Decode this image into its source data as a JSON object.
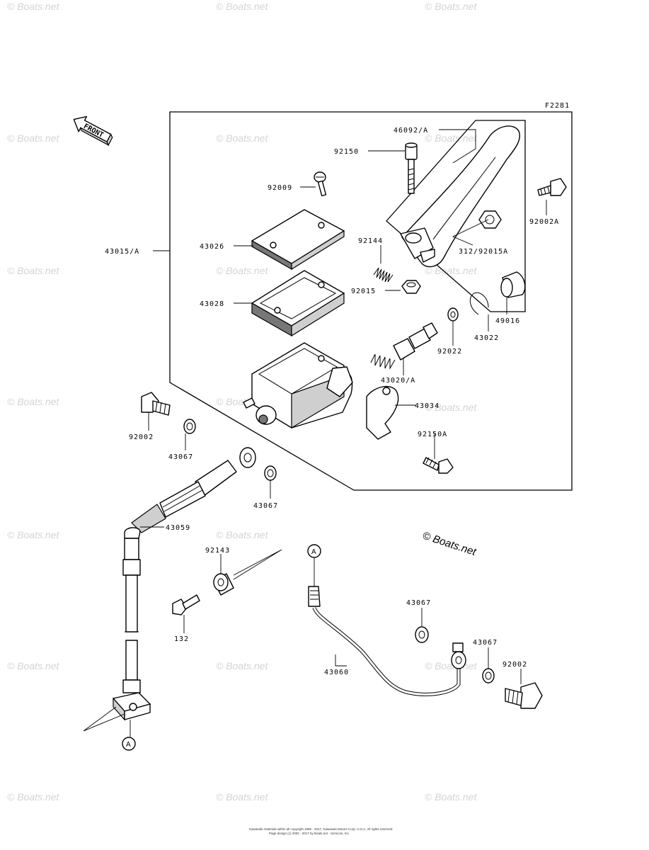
{
  "diagram_code": "F2281",
  "front_label": "FRONT",
  "watermark": "© Boats.net",
  "watermark_main": "© Boats.net",
  "callout_letter": "A",
  "labels": {
    "p46092A": "46092/A",
    "p92150": "92150",
    "p92009": "92009",
    "p92002A": "92002A",
    "p43026": "43026",
    "p43015A": "43015/A",
    "p92144": "92144",
    "p31292015A": "312/92015A",
    "p92015": "92015",
    "p43028": "43028",
    "p49016": "49016",
    "p43022": "43022",
    "p92022": "92022",
    "p43020A": "43020/A",
    "p43034": "43034",
    "p92150A": "92150A",
    "p92002_left": "92002",
    "p43067_a": "43067",
    "p43067_b": "43067",
    "p43059": "43059",
    "p92143": "92143",
    "p132": "132",
    "p43067_c": "43067",
    "p43067_d": "43067",
    "p92002_right": "92002",
    "p43060": "43060"
  },
  "footer": {
    "line1": "Kawasaki materials within all copyright 1995 - 2017, Kawasaki Motors Corp. U.S.A. All rights reserved.",
    "line2": "Page design (c) 2002 - 2017 by Boats.net - Services, Inc."
  }
}
